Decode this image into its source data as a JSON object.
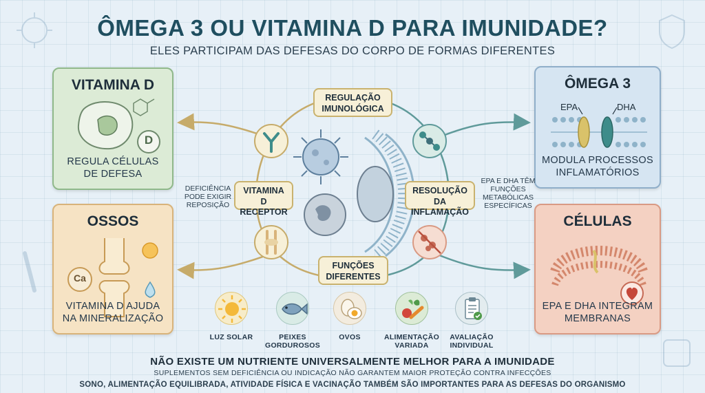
{
  "header": {
    "title": "ÔMEGA 3 OU VITAMINA D PARA IMUNIDADE?",
    "subtitle": "ELES PARTICIPAM DAS DEFESAS DO CORPO DE FORMAS DIFERENTES"
  },
  "cards": {
    "vitamina_d": {
      "title": "VITAMINA D",
      "desc": "REGULA CÉLULAS DE DEFESA",
      "badge": "D"
    },
    "ossos": {
      "title": "OSSOS",
      "desc": "VITAMINA D AJUDA NA MINERALIZAÇÃO",
      "badge": "Ca"
    },
    "omega3": {
      "title": "ÔMEGA 3",
      "desc": "MODULA PROCESSOS INFLAMATÓRIOS",
      "label_left": "EPA",
      "label_right": "DHA"
    },
    "celulas": {
      "title": "CÉLULAS",
      "desc": "EPA E DHA INTEGRAM MEMBRANAS"
    }
  },
  "center": {
    "regulacao": "REGULAÇÃO IMUNOLÓGICA",
    "receptor": "VITAMINA D RECEPTOR",
    "resolucao": "RESOLUÇÃO DA INFLAMAÇÃO",
    "funcoes": "FUNÇÕES DIFERENTES",
    "note_left": "DEFICIÊNCIA PODE EXIGIR REPOSIÇÃO",
    "note_right": "EPA E DHA TÊM FUNÇÕES METABÓLICAS ESPECÍFICAS"
  },
  "foods": [
    {
      "label": "LUZ SOLAR",
      "icon": "sun-icon"
    },
    {
      "label": "PEIXES GORDUROSOS",
      "icon": "fish-icon"
    },
    {
      "label": "OVOS",
      "icon": "egg-icon"
    },
    {
      "label": "ALIMENTAÇÃO VARIADA",
      "icon": "vegetables-icon"
    },
    {
      "label": "AVALIAÇÃO INDIVIDUAL",
      "icon": "clipboard-icon"
    }
  ],
  "footer": {
    "headline": "NÃO EXISTE UM NUTRIENTE UNIVERSALMENTE MELHOR PARA A IMUNIDADE",
    "line2": "SUPLEMENTOS SEM DEFICIÊNCIA OU INDICAÇÃO NÃO GARANTEM MAIOR PROTEÇÃO CONTRA INFECÇÕES",
    "line3": "SONO, ALIMENTAÇÃO EQUILIBRADA, ATIVIDADE FÍSICA E VACINAÇÃO TAMBÉM SÃO IMPORTANTES PARA AS DEFESAS DO ORGANISMO"
  },
  "colors": {
    "background": "#e7f0f7",
    "title": "#1f4e5f",
    "vitamin_d_arrow": "#c6ab6a",
    "omega_arrow": "#5f9a9a"
  }
}
